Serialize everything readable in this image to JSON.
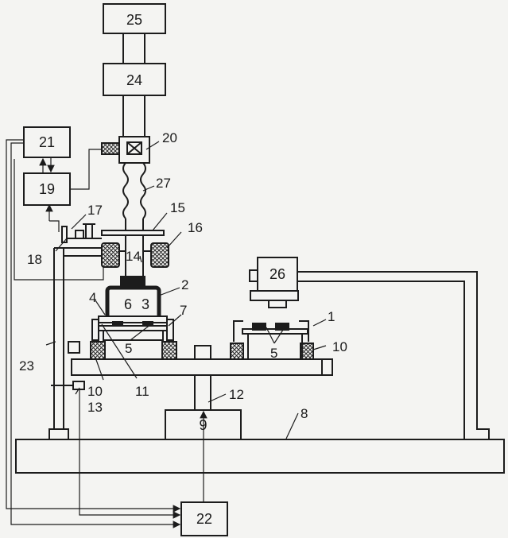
{
  "figure": {
    "labels": {
      "l1": "1",
      "l2": "2",
      "l3": "3",
      "l4": "4",
      "l5a": "5",
      "l5b": "5",
      "l6": "6",
      "l7": "7",
      "l8": "8",
      "l9": "9",
      "l10a": "10",
      "l10b": "10",
      "l11": "11",
      "l12": "12",
      "l13": "13",
      "l14": "14",
      "l15": "15",
      "l16": "16",
      "l17": "17",
      "l18": "18",
      "l19": "19",
      "l20": "20",
      "l21": "21",
      "l22": "22",
      "l23": "23",
      "l24": "24",
      "l25": "25",
      "l26": "26",
      "l27": "27"
    },
    "colors": {
      "ink": "#1c1c1c",
      "paper": "#f4f4f2",
      "hatch": "#2a2a2a"
    }
  }
}
